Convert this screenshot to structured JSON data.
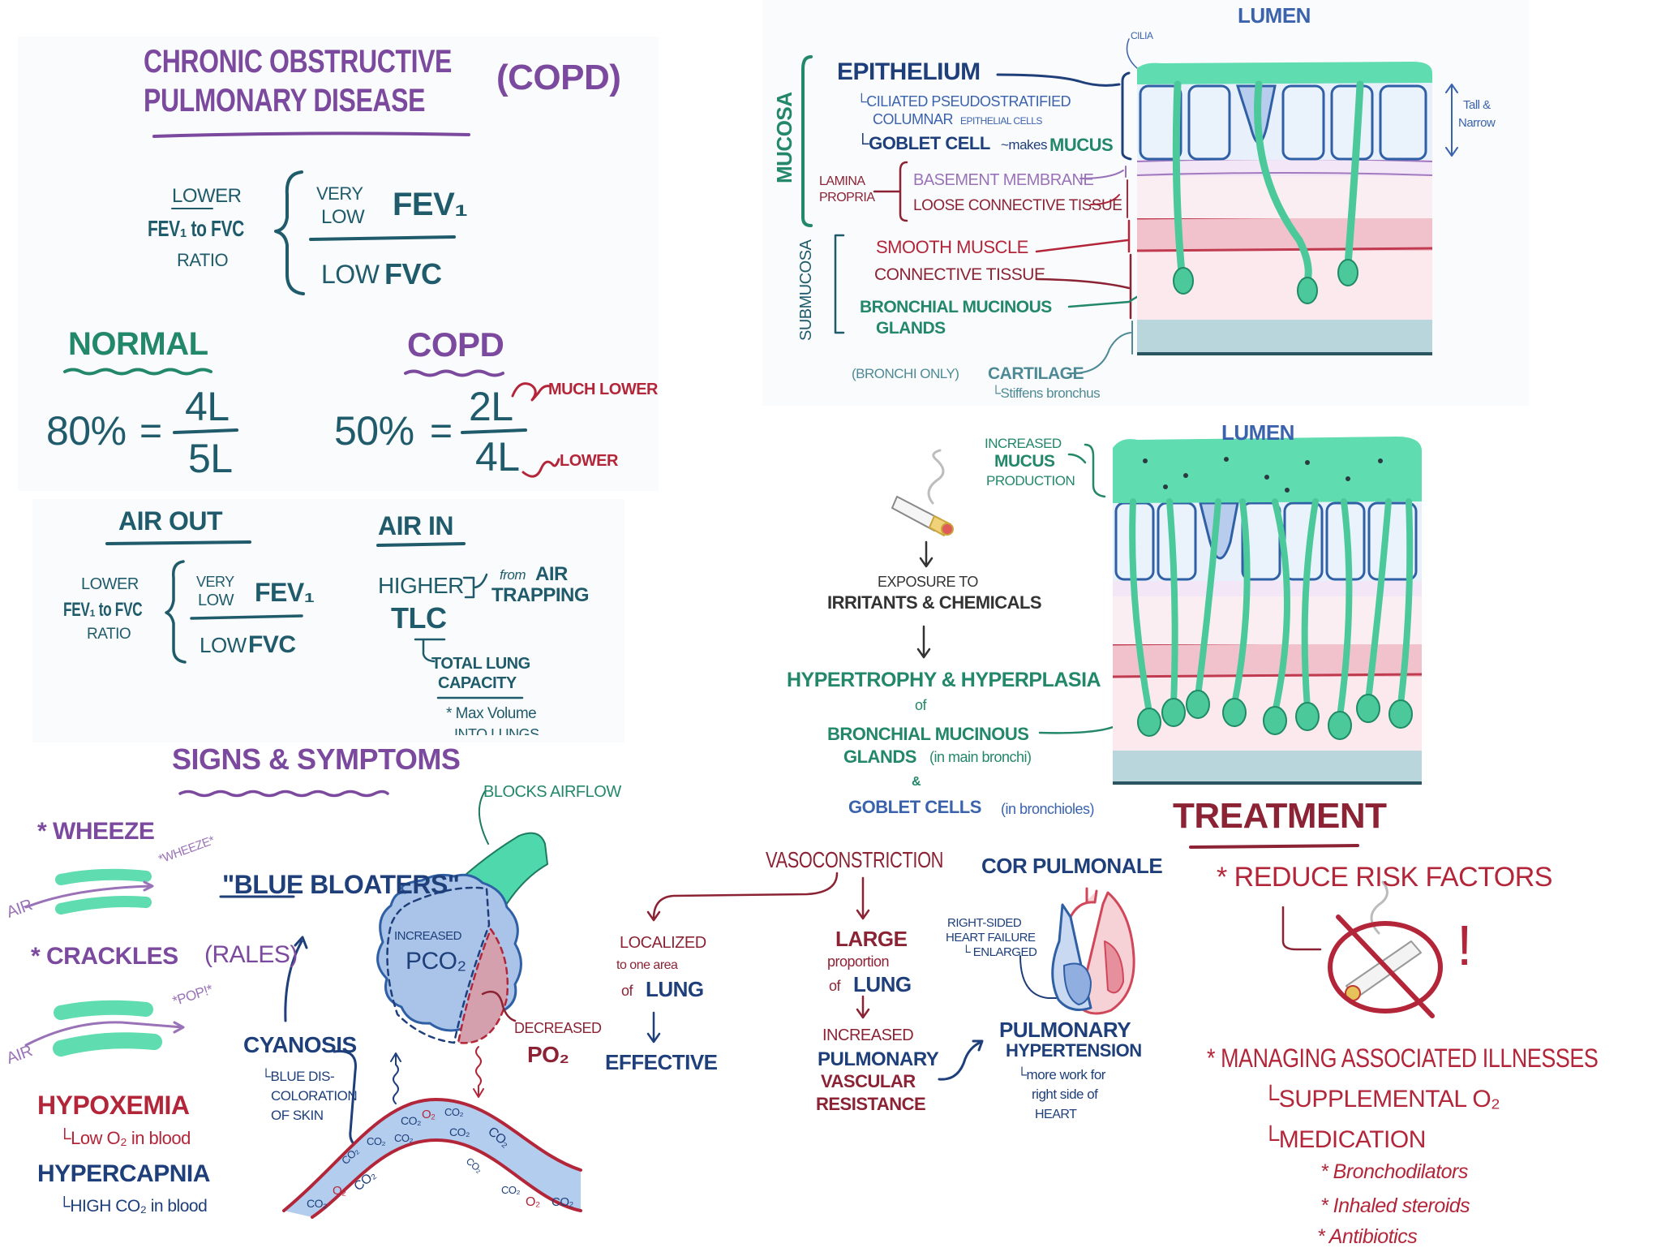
{
  "title": {
    "line1": "CHRONIC OBSTRUCTIVE",
    "line2": "PULMONARY DISEASE",
    "abbr": "(COPD)"
  },
  "ratio_def": {
    "lower": "LOWER",
    "fev_fvc": "FEV₁ to FVC",
    "ratio": "RATIO",
    "very": "VERY",
    "low_small": "LOW",
    "fev1": "FEV₁",
    "low": "LOW",
    "fvc": "FVC"
  },
  "normal": {
    "label": "NORMAL",
    "percent": "80%",
    "eq": "=",
    "num": "4L",
    "den": "5L"
  },
  "copd": {
    "label": "COPD",
    "percent": "50%",
    "eq": "=",
    "num": "2L",
    "den": "4L",
    "num_note": "MUCH LOWER",
    "den_note": "LOWER"
  },
  "air_out": {
    "label": "AIR OUT",
    "lower": "LOWER",
    "fev_fvc": "FEV₁ to FVC",
    "ratio": "RATIO",
    "very": "VERY",
    "low_small": "LOW",
    "fev1": "FEV₁",
    "low": "LOW",
    "fvc": "FVC"
  },
  "air_in": {
    "label": "AIR IN",
    "higher": "HIGHER",
    "from": "from",
    "air_trapping_1": "AIR",
    "air_trapping_2": "TRAPPING",
    "tlc": "TLC",
    "tlc_full_1": "TOTAL LUNG",
    "tlc_full_2": "CAPACITY",
    "max": "* Max Volume",
    "into": "INTO LUNGS"
  },
  "signs": {
    "heading": "SIGNS & SYMPTOMS",
    "wheeze": "* WHEEZE",
    "wheeze_sound": "*WHEEZE*",
    "air1": "AIR",
    "crackles": "* CRACKLES",
    "rales": "(RALES)",
    "pop": "*POP!*",
    "air2": "AIR",
    "hypoxemia": "HYPOXEMIA",
    "hypoxemia_def": "└Low O₂ in blood",
    "hypercapnia": "HYPERCAPNIA",
    "hypercapnia_def": "└HIGH CO₂ in blood",
    "blue_bloaters": "\"BLUE BLOATERS\"",
    "cyanosis": "CYANOSIS",
    "cyanosis_def_1": "└BLUE DIS-",
    "cyanosis_def_2": "COLORATION",
    "cyanosis_def_3": "OF SKIN",
    "blocks_airflow": "BLOCKS AIRFLOW",
    "increased": "INCREASED",
    "pco2": "PCO₂",
    "decreased": "DECREASED",
    "po2": "PO₂",
    "capillary_gases": [
      "CO₂",
      "O₂",
      "CO₂",
      "CO₂",
      "CO₂",
      "CO₂",
      "O₂",
      "CO₂",
      "CO₂",
      "CO₂",
      "CO₂",
      "CO₂",
      "CO₂",
      "O₂",
      "CO₂"
    ]
  },
  "vaso": {
    "title": "VASOCONSTRICTION",
    "localized": "LOCALIZED",
    "to_one_area": "to one area",
    "of": "of",
    "lung": "LUNG",
    "effective": "EFFECTIVE",
    "large": "LARGE",
    "proportion": "proportion",
    "of2": "of",
    "lung2": "LUNG",
    "increased": "INCREASED",
    "pulmonary": "PULMONARY",
    "vascular": "VASCULAR",
    "resistance": "RESISTANCE"
  },
  "cor": {
    "title": "COR PULMONALE",
    "rshf_1": "RIGHT-SIDED",
    "rshf_2": "HEART FAILURE",
    "rshf_3": "└ ENLARGED",
    "ph_1": "PULMONARY",
    "ph_2": "HYPERTENSION",
    "ph_def_1": "└more work for",
    "ph_def_2": "right side of",
    "ph_def_3": "HEART"
  },
  "treatment": {
    "title": "TREATMENT",
    "reduce": "* REDUCE RISK FACTORS",
    "exclaim": "!",
    "managing": "* MANAGING ASSOCIATED ILLNESSES",
    "supplemental": "└SUPPLEMENTAL O₂",
    "medication": "└MEDICATION",
    "meds": [
      "* Bronchodilators",
      "* Inhaled steroids",
      "* Antibiotics"
    ]
  },
  "histology": {
    "lumen": "LUMEN",
    "cilia": "CILIA",
    "mucosa": "MUCOSA",
    "epithelium": "EPITHELIUM",
    "ciliated_1": "└CILIATED PSEUDOSTRATIFIED",
    "ciliated_2": "COLUMNAR",
    "ciliated_3": "EPITHELIAL CELLS",
    "goblet": "└GOBLET CELL",
    "makes": "~makes",
    "mucus": "MUCUS",
    "lamina_1": "LAMINA",
    "lamina_2": "PROPRIA",
    "basement": "BASEMENT MEMBRANE",
    "loose_ct": "LOOSE CONNECTIVE TISSUE",
    "submucosa": "SUBMUCOSA",
    "smooth_muscle": "SMOOTH MUSCLE",
    "ct": "CONNECTIVE TISSUE",
    "glands_1": "BRONCHIAL MUCINOUS",
    "glands_2": "GLANDS",
    "bronchi_only": "(BRONCHI ONLY)",
    "cartilage": "CARTILAGE",
    "stiffens": "└Stiffens bronchus",
    "tall_1": "Tall &",
    "tall_2": "Narrow"
  },
  "pathology": {
    "lumen": "LUMEN",
    "inc_mucus_1": "INCREASED",
    "inc_mucus_2": "MUCUS",
    "inc_mucus_3": "PRODUCTION",
    "exposure_1": "EXPOSURE TO",
    "exposure_2": "IRRITANTS & CHEMICALS",
    "hyper": "HYPERTROPHY & HYPERPLASIA",
    "of": "of",
    "glands_1": "BRONCHIAL MUCINOUS",
    "glands_2": "GLANDS",
    "glands_note": "(in main bronchi)",
    "amp": "&",
    "goblet": "GOBLET CELLS",
    "goblet_note": "(in bronchioles)"
  },
  "colors": {
    "purple": "#7b4a9e",
    "teal": "#1f5b6b",
    "green": "#23876a",
    "red": "#b3263a",
    "navy": "#1e3f7a",
    "mint": "#5fdcb0"
  }
}
